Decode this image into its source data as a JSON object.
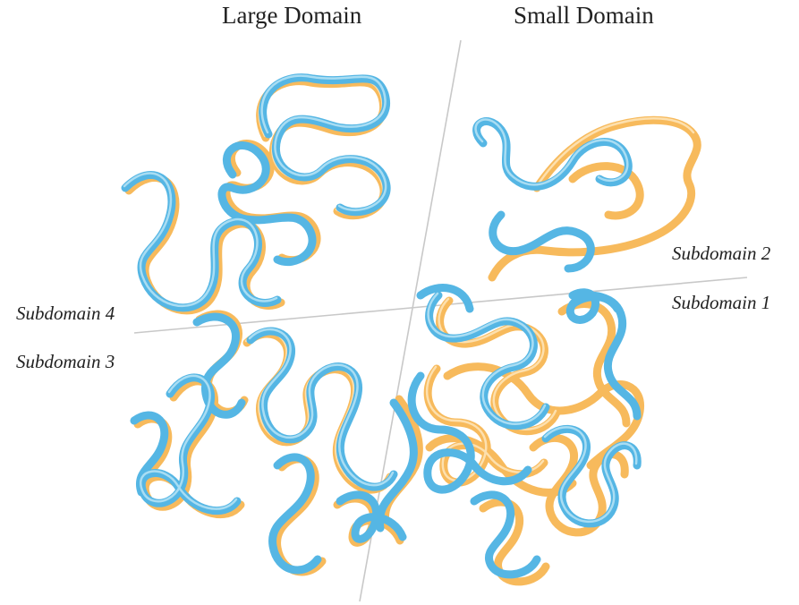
{
  "labels": {
    "large_domain": "Large Domain",
    "small_domain": "Small Domain",
    "subdomain_1": "Subdomain 1",
    "subdomain_2": "Subdomain 2",
    "subdomain_3": "Subdomain 3",
    "subdomain_4": "Subdomain 4"
  },
  "colors": {
    "structure_a": "#55b6e4",
    "structure_a_highlight": "#a9ddf3",
    "structure_b": "#f7ba5c",
    "structure_b_highlight": "#fde0ae",
    "divider": "#c8c8c8",
    "text": "#222222",
    "background": "#ffffff"
  }
}
